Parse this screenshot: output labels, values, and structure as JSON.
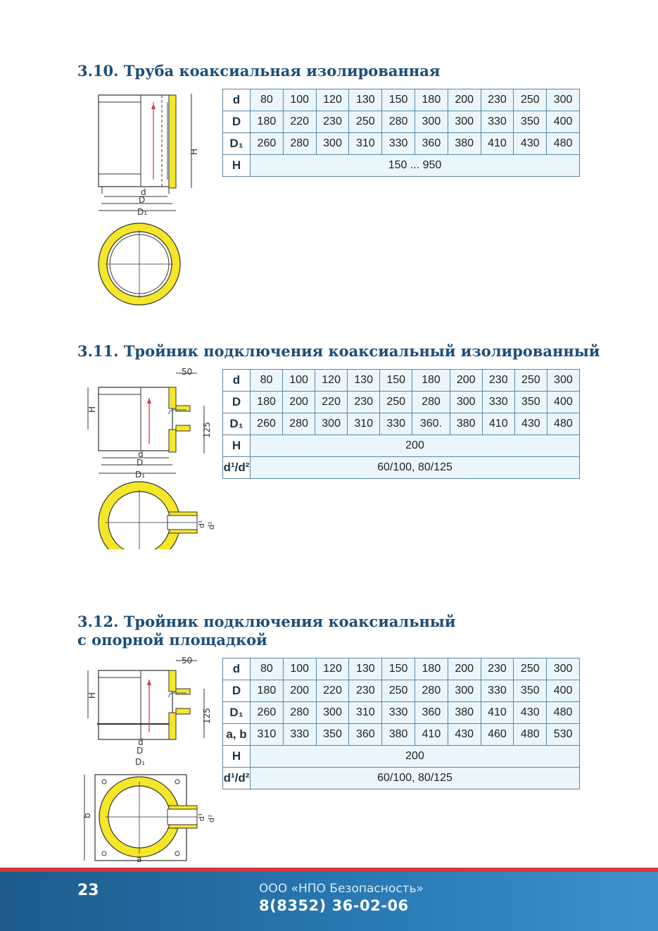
{
  "sections": [
    {
      "title": "3.10. Труба коаксиальная изолированная",
      "drawing_labels": [
        "d",
        "D",
        "D₁",
        "H"
      ],
      "rows": [
        {
          "label": "d",
          "values": [
            "80",
            "100",
            "120",
            "130",
            "150",
            "180",
            "200",
            "230",
            "250",
            "300"
          ]
        },
        {
          "label": "D",
          "values": [
            "180",
            "220",
            "230",
            "250",
            "280",
            "300",
            "300",
            "330",
            "350",
            "400"
          ]
        },
        {
          "label": "D₁",
          "values": [
            "260",
            "280",
            "300",
            "310",
            "330",
            "360",
            "380",
            "410",
            "430",
            "480"
          ]
        },
        {
          "label": "H",
          "span": "150 ... 950"
        }
      ]
    },
    {
      "title": "3.11. Тройник подключения коаксиальный изолированный",
      "drawing_labels": [
        "d",
        "D",
        "D₁",
        "H",
        "50",
        "125",
        "d¹",
        "d²"
      ],
      "rows": [
        {
          "label": "d",
          "values": [
            "80",
            "100",
            "120",
            "130",
            "150",
            "180",
            "200",
            "230",
            "250",
            "300"
          ]
        },
        {
          "label": "D",
          "values": [
            "180",
            "200",
            "220",
            "230",
            "250",
            "280",
            "300",
            "330",
            "350",
            "400"
          ]
        },
        {
          "label": "D₁",
          "values": [
            "260",
            "280",
            "300",
            "310",
            "330",
            "360.",
            "380",
            "410",
            "430",
            "480"
          ]
        },
        {
          "label": "H",
          "span": "200"
        },
        {
          "label": "d¹/d²",
          "span": "60/100, 80/125"
        }
      ]
    },
    {
      "title_line1": "3.12. Тройник подключения коаксиальный",
      "title_line2": "с опорной площадкой",
      "drawing_labels": [
        "d",
        "D",
        "D₁",
        "H",
        "50",
        "125",
        "d¹",
        "d²",
        "a",
        "b"
      ],
      "rows": [
        {
          "label": "d",
          "values": [
            "80",
            "100",
            "120",
            "130",
            "150",
            "180",
            "200",
            "230",
            "250",
            "300"
          ]
        },
        {
          "label": "D",
          "values": [
            "180",
            "200",
            "220",
            "230",
            "250",
            "280",
            "300",
            "330",
            "350",
            "400"
          ]
        },
        {
          "label": "D₁",
          "values": [
            "260",
            "280",
            "300",
            "310",
            "330",
            "360",
            "380",
            "410",
            "430",
            "480"
          ]
        },
        {
          "label": "a, b",
          "values": [
            "310",
            "330",
            "350",
            "360",
            "380",
            "410",
            "430",
            "460",
            "480",
            "530"
          ]
        },
        {
          "label": "H",
          "span": "200"
        },
        {
          "label": "d¹/d²",
          "span": "60/100, 80/125"
        }
      ]
    }
  ],
  "footer": {
    "page_number": "23",
    "company": "ООО «НПО Безопасность»",
    "phone": "8(8352) 36-02-06"
  },
  "colors": {
    "title": "#1b4e78",
    "insulation": "#f5e629",
    "table_fill": "#eaf6fc",
    "footer": "#1d5b8c",
    "accent_red": "#d8363d"
  }
}
